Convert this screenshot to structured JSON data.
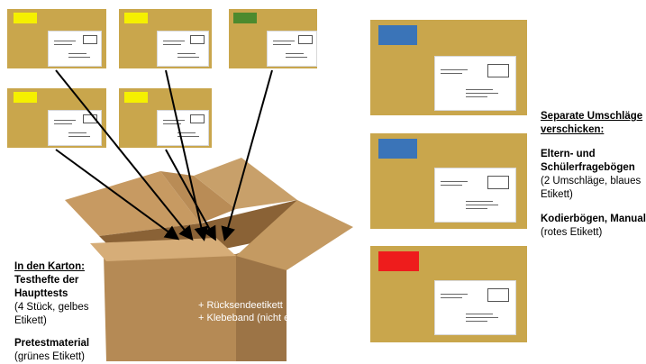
{
  "left_text": {
    "heading": "In den Karton:",
    "item1_title_line1": "Testhefte der",
    "item1_title_line2": "Haupttests",
    "item1_sub_line1": "(4 Stück, gelbes",
    "item1_sub_line2": "Etikett)",
    "item2_title": "Pretestmaterial",
    "item2_sub": "(grünes Etikett)"
  },
  "box_note": {
    "line1": "+ Rücksendeetikett",
    "line2": "+ Klebeband (nicht enthalten)"
  },
  "right_text": {
    "heading_line1": "Separate Umschläge",
    "heading_line2": "verschicken:",
    "item1_title_line1": "Eltern- und",
    "item1_title_line2": "Schülerfragebögen",
    "item1_sub_line1": "(2 Umschläge, blaues",
    "item1_sub_line2": "Etikett)",
    "item2_title": "Kodierbögen, Manuale",
    "item2_sub": "(rotes Etikett)"
  },
  "colors": {
    "envelope": "#c9a64c",
    "yellow_label": "#f5f000",
    "green_label": "#4c8a2e",
    "blue_label": "#3a74b8",
    "red_label": "#ee1c1c",
    "box": "#b58a55"
  }
}
